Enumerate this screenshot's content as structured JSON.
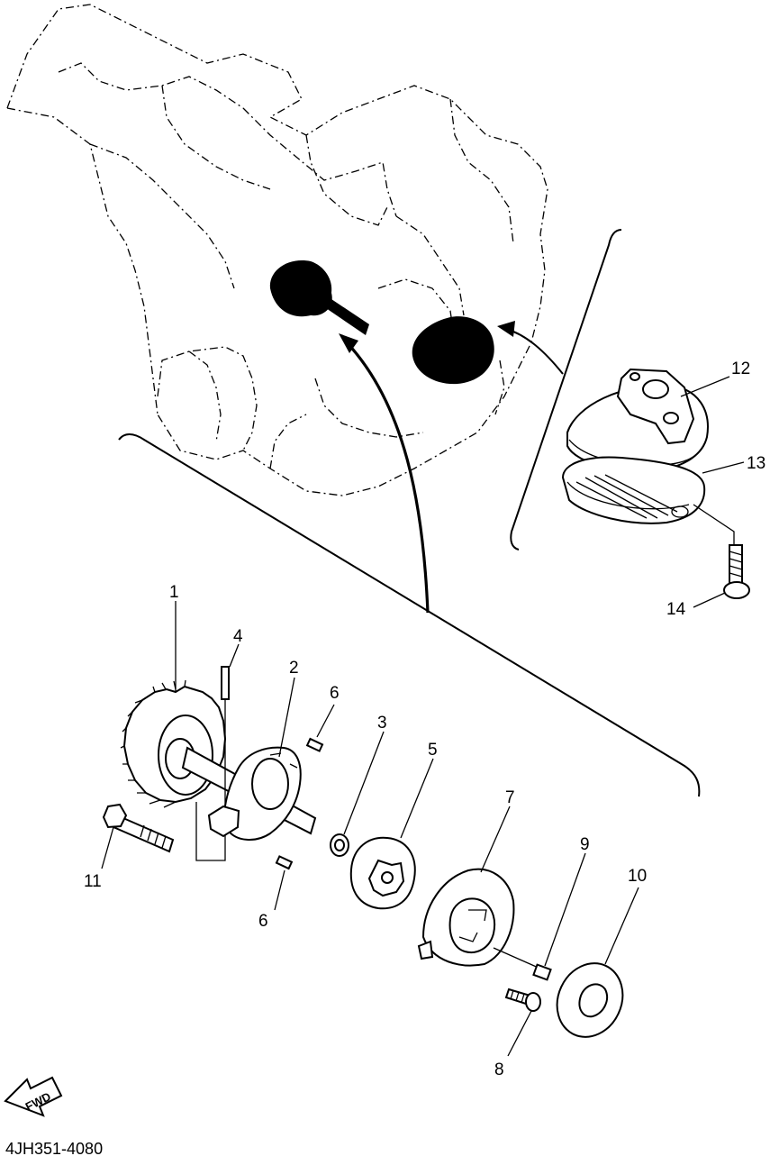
{
  "diagram": {
    "part_numbers": [
      "1",
      "2",
      "3",
      "4",
      "5",
      "6",
      "6",
      "7",
      "8",
      "9",
      "10",
      "11",
      "12",
      "13",
      "14"
    ],
    "direction_label": "FWD",
    "diagram_code": "4JH351-4080"
  }
}
